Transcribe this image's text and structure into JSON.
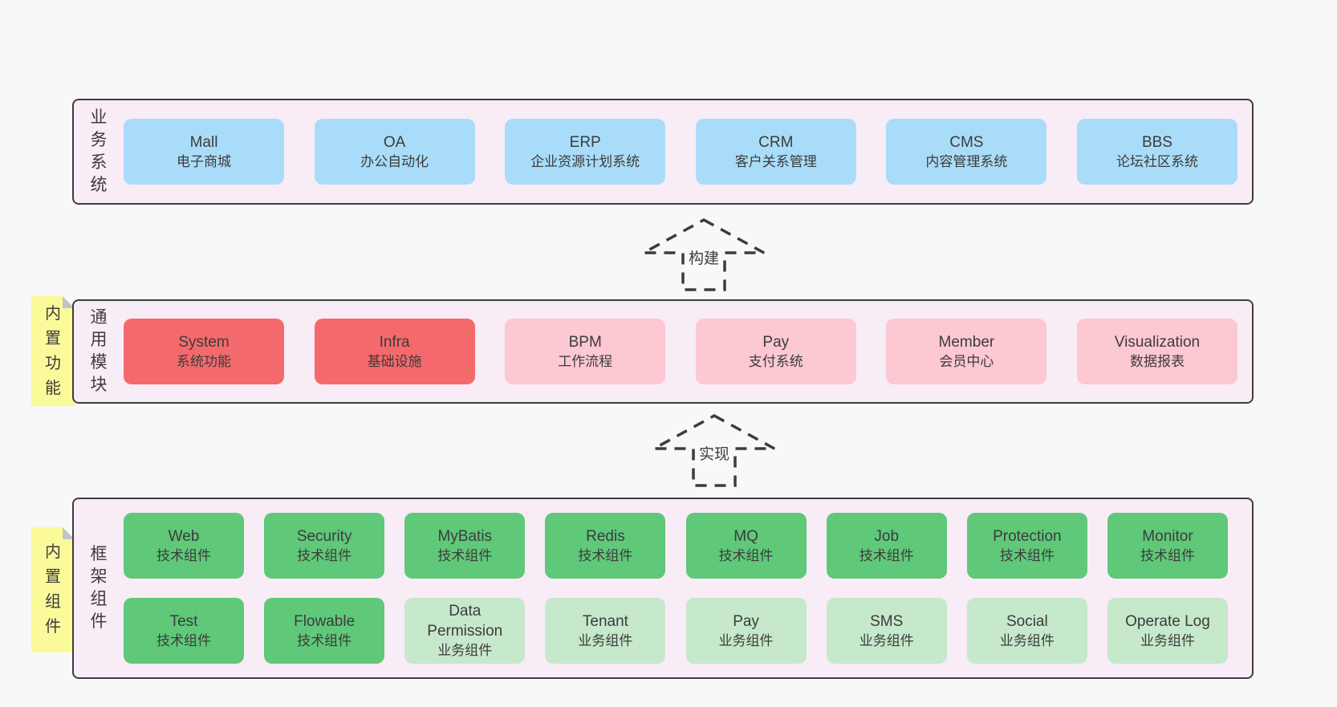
{
  "colors": {
    "page_bg": "#f8f8f8",
    "container_bg": "#f8ecf6",
    "container_border": "#403c3f",
    "blue": "#a9dcf8",
    "red": "#f4696c",
    "pink": "#fcc8d2",
    "green_dark": "#5fc879",
    "green_light": "#c6e8cb",
    "note_bg": "#fafa9b",
    "note_fold": "#c3c3c3",
    "text": "#3c3c3c",
    "arrow_stroke": "#3c3c3c"
  },
  "arrows": [
    {
      "label": "构建"
    },
    {
      "label": "实现"
    }
  ],
  "sections": {
    "business": {
      "label": "业务系统",
      "items": [
        {
          "name": "Mall",
          "desc": "电子商城",
          "variant": "blue"
        },
        {
          "name": "OA",
          "desc": "办公自动化",
          "variant": "blue"
        },
        {
          "name": "ERP",
          "desc": "企业资源计划系统",
          "variant": "blue"
        },
        {
          "name": "CRM",
          "desc": "客户关系管理",
          "variant": "blue"
        },
        {
          "name": "CMS",
          "desc": "内容管理系统",
          "variant": "blue"
        },
        {
          "name": "BBS",
          "desc": "论坛社区系统",
          "variant": "blue"
        }
      ]
    },
    "modules": {
      "label": "通用模块",
      "note": "内置功能",
      "items": [
        {
          "name": "System",
          "desc": "系统功能",
          "variant": "red"
        },
        {
          "name": "Infra",
          "desc": "基础设施",
          "variant": "red"
        },
        {
          "name": "BPM",
          "desc": "工作流程",
          "variant": "pink"
        },
        {
          "name": "Pay",
          "desc": "支付系统",
          "variant": "pink"
        },
        {
          "name": "Member",
          "desc": "会员中心",
          "variant": "pink"
        },
        {
          "name": "Visualization",
          "desc": "数据报表",
          "variant": "pink"
        }
      ]
    },
    "components": {
      "label": "框架组件",
      "note": "内置组件",
      "rows": [
        [
          {
            "name": "Web",
            "desc": "技术组件",
            "variant": "green_dark"
          },
          {
            "name": "Security",
            "desc": "技术组件",
            "variant": "green_dark"
          },
          {
            "name": "MyBatis",
            "desc": "技术组件",
            "variant": "green_dark"
          },
          {
            "name": "Redis",
            "desc": "技术组件",
            "variant": "green_dark"
          },
          {
            "name": "MQ",
            "desc": "技术组件",
            "variant": "green_dark"
          },
          {
            "name": "Job",
            "desc": "技术组件",
            "variant": "green_dark"
          },
          {
            "name": "Protection",
            "desc": "技术组件",
            "variant": "green_dark"
          },
          {
            "name": "Monitor",
            "desc": "技术组件",
            "variant": "green_dark"
          }
        ],
        [
          {
            "name": "Test",
            "desc": "技术组件",
            "variant": "green_dark"
          },
          {
            "name": "Flowable",
            "desc": "技术组件",
            "variant": "green_dark"
          },
          {
            "name": "Data Permission",
            "desc": "业务组件",
            "variant": "green_light"
          },
          {
            "name": "Tenant",
            "desc": "业务组件",
            "variant": "green_light"
          },
          {
            "name": "Pay",
            "desc": "业务组件",
            "variant": "green_light"
          },
          {
            "name": "SMS",
            "desc": "业务组件",
            "variant": "green_light"
          },
          {
            "name": "Social",
            "desc": "业务组件",
            "variant": "green_light"
          },
          {
            "name": "Operate Log",
            "desc": "业务组件",
            "variant": "green_light"
          }
        ]
      ]
    }
  }
}
